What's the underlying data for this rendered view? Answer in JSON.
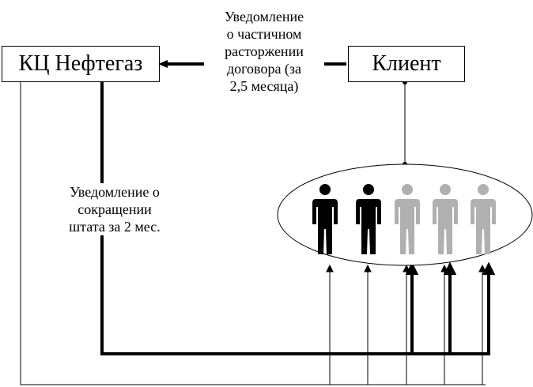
{
  "diagram": {
    "company": {
      "label": "КЦ Нефтегаз"
    },
    "client": {
      "label": "Клиент"
    },
    "client_notice": {
      "lines": [
        "Уведомление",
        "о частичном",
        "расторжении",
        "договора (за",
        "2,5 месяца)"
      ]
    },
    "staff_notice": {
      "lines": [
        "Уведомление о",
        "сокращении",
        "штата за 2 мес."
      ]
    },
    "employees": [
      {
        "status": "notified",
        "color": "#000000"
      },
      {
        "status": "notified",
        "color": "#000000"
      },
      {
        "status": "other",
        "color": "#b0b0b0"
      },
      {
        "status": "other",
        "color": "#b0b0b0"
      },
      {
        "status": "other",
        "color": "#b0b0b0"
      }
    ]
  }
}
